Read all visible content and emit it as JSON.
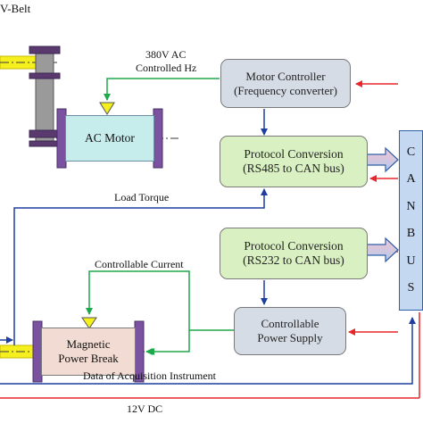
{
  "belt_label": "V-Belt",
  "motor_controller": {
    "line1": "Motor Controller",
    "line2": "(Frequency converter)"
  },
  "protocol_conversion_1": {
    "line1": "Protocol Conversion",
    "line2": "(RS485 to CAN bus)"
  },
  "protocol_conversion_2": {
    "line1": "Protocol Conversion",
    "line2": "(RS232 to CAN bus)"
  },
  "power_supply": {
    "line1": "Controllable",
    "line2": "Power Supply"
  },
  "ac_motor": "AC Motor",
  "brake": {
    "line1": "Magnetic",
    "line2": "Power Break"
  },
  "can_bus": [
    "C",
    "A",
    "N",
    "B",
    "U",
    "S"
  ],
  "signals": {
    "ac_line1": "380V AC",
    "ac_line2": "Controlled Hz",
    "load_torque": "Load Torque",
    "controllable_current": "Controllable Current",
    "acquisition": "Data of Acquisition Instrument",
    "dc": "12V DC"
  },
  "colors": {
    "red_line": "#e8262a",
    "blue_line": "#1f3fa0",
    "green_line": "#1ea84a",
    "bidirectional_arrow": "#e66b8a"
  }
}
